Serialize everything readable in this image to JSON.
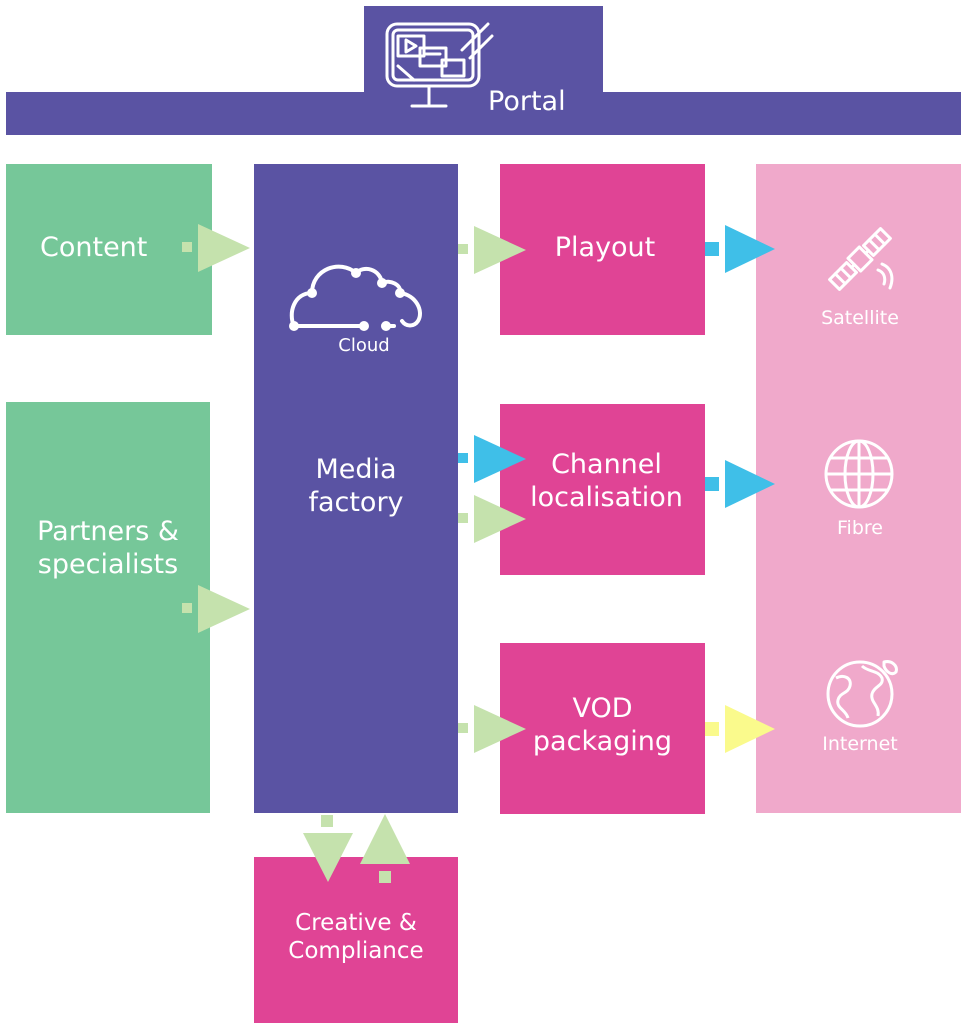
{
  "colors": {
    "purple": "#5a53a3",
    "green": "#76c799",
    "magenta": "#e04495",
    "pink": "#f0a9cb",
    "arrow_green": "#c5e2ad",
    "arrow_blue": "#3fbfe8",
    "arrow_yellow": "#fafa8c"
  },
  "portal": {
    "label": "Portal",
    "icon": "monitor-windows-icon"
  },
  "sources": {
    "content": "Content",
    "partners": "Partners &\nspecialists"
  },
  "factory": {
    "cloud_label": "Cloud",
    "cloud_icon": "cloud-network-icon",
    "label": "Media\nfactory"
  },
  "outputs": {
    "playout": "Playout",
    "channel": "Channel\nlocalisation",
    "vod": "VOD\npackaging"
  },
  "creative": "Creative &\nCompliance",
  "delivery": [
    {
      "label": "Satellite",
      "icon": "satellite-icon"
    },
    {
      "label": "Fibre",
      "icon": "globe-grid-icon"
    },
    {
      "label": "Internet",
      "icon": "world-map-icon"
    }
  ]
}
